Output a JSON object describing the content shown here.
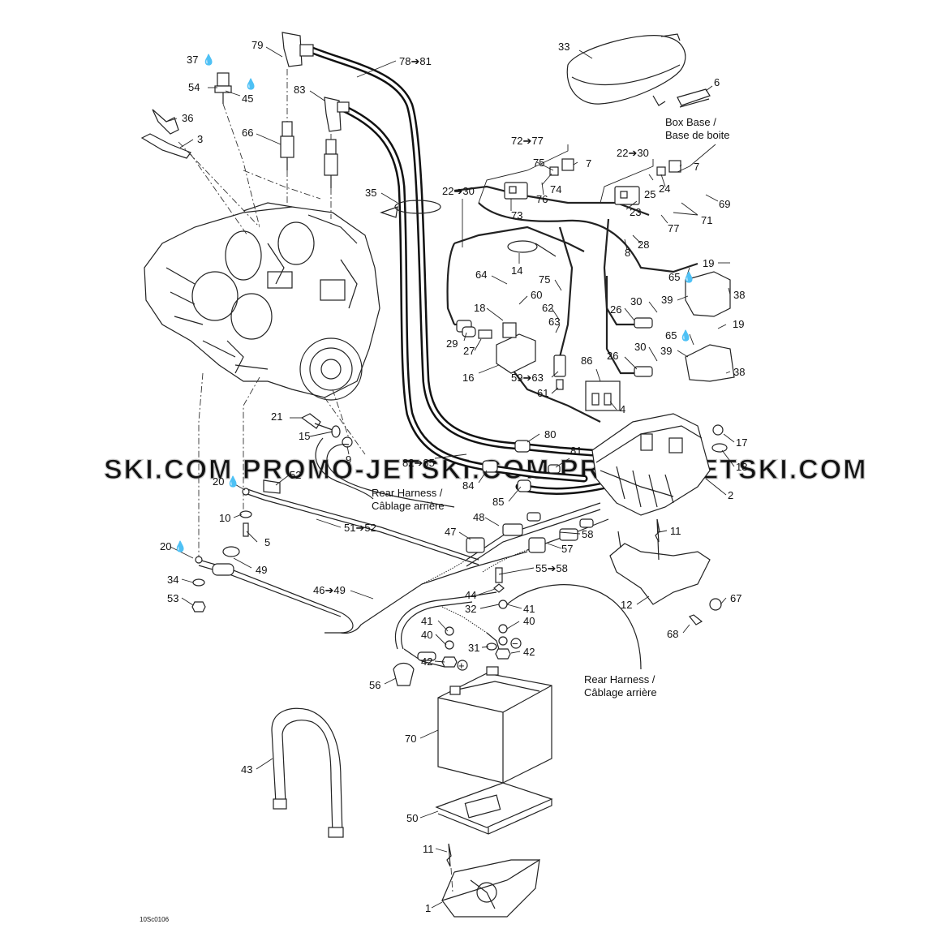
{
  "watermark": "SKI.COM PROMO-JETSKI.COM PROMO-JETSKI.COM",
  "diagram_code": "10Sc0106",
  "labels": {
    "box_base_line1": "Box Base /",
    "box_base_line2": "Base de boite",
    "rear_harness_1_line1": "Rear Harness /",
    "rear_harness_1_line2": "Câblage arrière",
    "rear_harness_2_line1": "Rear Harness /",
    "rear_harness_2_line2": "Câblage arrière"
  },
  "callouts": {
    "c79": "79",
    "c78_81": "78➔81",
    "c37": "37",
    "c54": "54",
    "c45": "45",
    "c83": "83",
    "c36": "36",
    "c3": "3",
    "c66": "66",
    "c35": "35",
    "c33": "33",
    "c6": "6",
    "c72_77": "72➔77",
    "c75a": "75",
    "c7a": "7",
    "c74": "74",
    "c76": "76",
    "c73": "73",
    "c22_30a": "22➔30",
    "c22_30b": "22➔30",
    "c7b": "7",
    "c25": "25",
    "c24": "24",
    "c23": "23",
    "c69": "69",
    "c71": "71",
    "c77": "77",
    "c28": "28",
    "c8": "8",
    "c14": "14",
    "c64": "64",
    "c75b": "75",
    "c60": "60",
    "c62": "62",
    "c63": "63",
    "c18": "18",
    "c29": "29",
    "c27": "27",
    "c16": "16",
    "c59_63": "59➔63",
    "c61": "61",
    "c19a": "19",
    "c65a": "65",
    "c39a": "39",
    "c38a": "38",
    "c26a": "26",
    "c30a": "30",
    "c19b": "19",
    "c65b": "65",
    "c39b": "39",
    "c38b": "38",
    "c26b": "26",
    "c30b": "30",
    "c86": "86",
    "c4": "4",
    "c17": "17",
    "c13": "13",
    "c2": "2",
    "c21": "21",
    "c15": "15",
    "c9": "9",
    "c82_85": "82➔85",
    "c80": "80",
    "c81": "81",
    "c52": "52",
    "c84": "84",
    "c85": "85",
    "c20a": "20",
    "c10": "10",
    "c5": "5",
    "c51_52": "51➔52",
    "c48": "48",
    "c47": "47",
    "c58": "58",
    "c57": "57",
    "c55_58": "55➔58",
    "c11a": "11",
    "c20b": "20",
    "c49": "49",
    "c34": "34",
    "c53": "53",
    "c46_49": "46➔49",
    "c44": "44",
    "c32": "32",
    "c41a": "41",
    "c40a": "40",
    "c41b": "41",
    "c40b": "40",
    "c31": "31",
    "c42a": "42",
    "c42b": "42",
    "c12": "12",
    "c67": "67",
    "c68": "68",
    "c56": "56",
    "c70": "70",
    "c43": "43",
    "c50": "50",
    "c11b": "11",
    "c1": "1"
  },
  "symbols": {
    "fluid_drop": "💧",
    "plus": "+",
    "minus": "−"
  }
}
